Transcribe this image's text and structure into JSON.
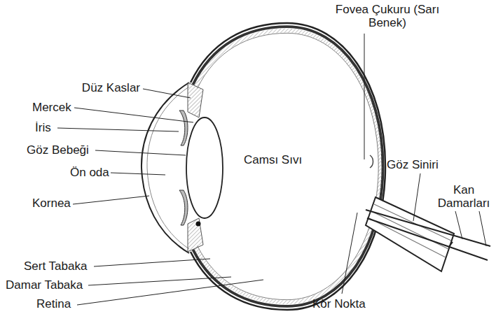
{
  "diagram": {
    "labels": [
      "Fovea Çukuru (Sarı Benek)",
      "Düz Kaslar",
      "Mercek",
      "İris",
      "Göz Bebeği",
      "Camsı Sıvı",
      "Göz Siniri",
      "Ön oda",
      "Kan Damarları",
      "Kornea",
      "Sert Tabaka",
      "Damar Tabaka",
      "Retina",
      "Kör Nokta"
    ]
  }
}
